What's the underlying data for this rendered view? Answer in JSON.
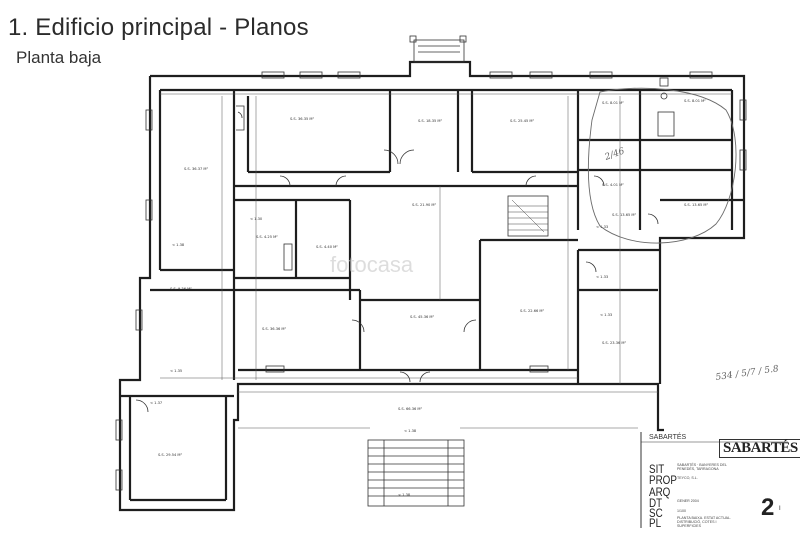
{
  "header": {
    "title": "1. Edificio principal - Planos",
    "subtitle": "Planta baja"
  },
  "watermark": "fotocasa",
  "annotations": [
    "2/46",
    "< 1.38",
    "< 1.30",
    "< 1.33",
    "< 1.33",
    "< 1.33",
    "< 1.35",
    "< 1.37",
    "< 1.38",
    "< 1.38"
  ],
  "cartouche": {
    "header": "SABARTÉS",
    "brand": "SABARTÉS",
    "rows": [
      {
        "code": "SIT",
        "value": "SABARTÉS · BANYERES DEL PENEDÈS, TARRAGONA"
      },
      {
        "code": "PROP",
        "value": "TEYCO, S.L."
      },
      {
        "code": "ARQ",
        "value": ""
      },
      {
        "code": "DT",
        "value": "GENER 2004"
      },
      {
        "code": "SC",
        "value": "1/100"
      },
      {
        "code": "PL",
        "value": "PLANTA BAIXA. ESTAT ACTUAL. DISTRIBUCIÓ, COTES I SUPERFICIES"
      }
    ],
    "sheet_number": "2",
    "sheet_suffix": "I"
  },
  "margin_note": "534 / 5/7 / 5.8"
}
